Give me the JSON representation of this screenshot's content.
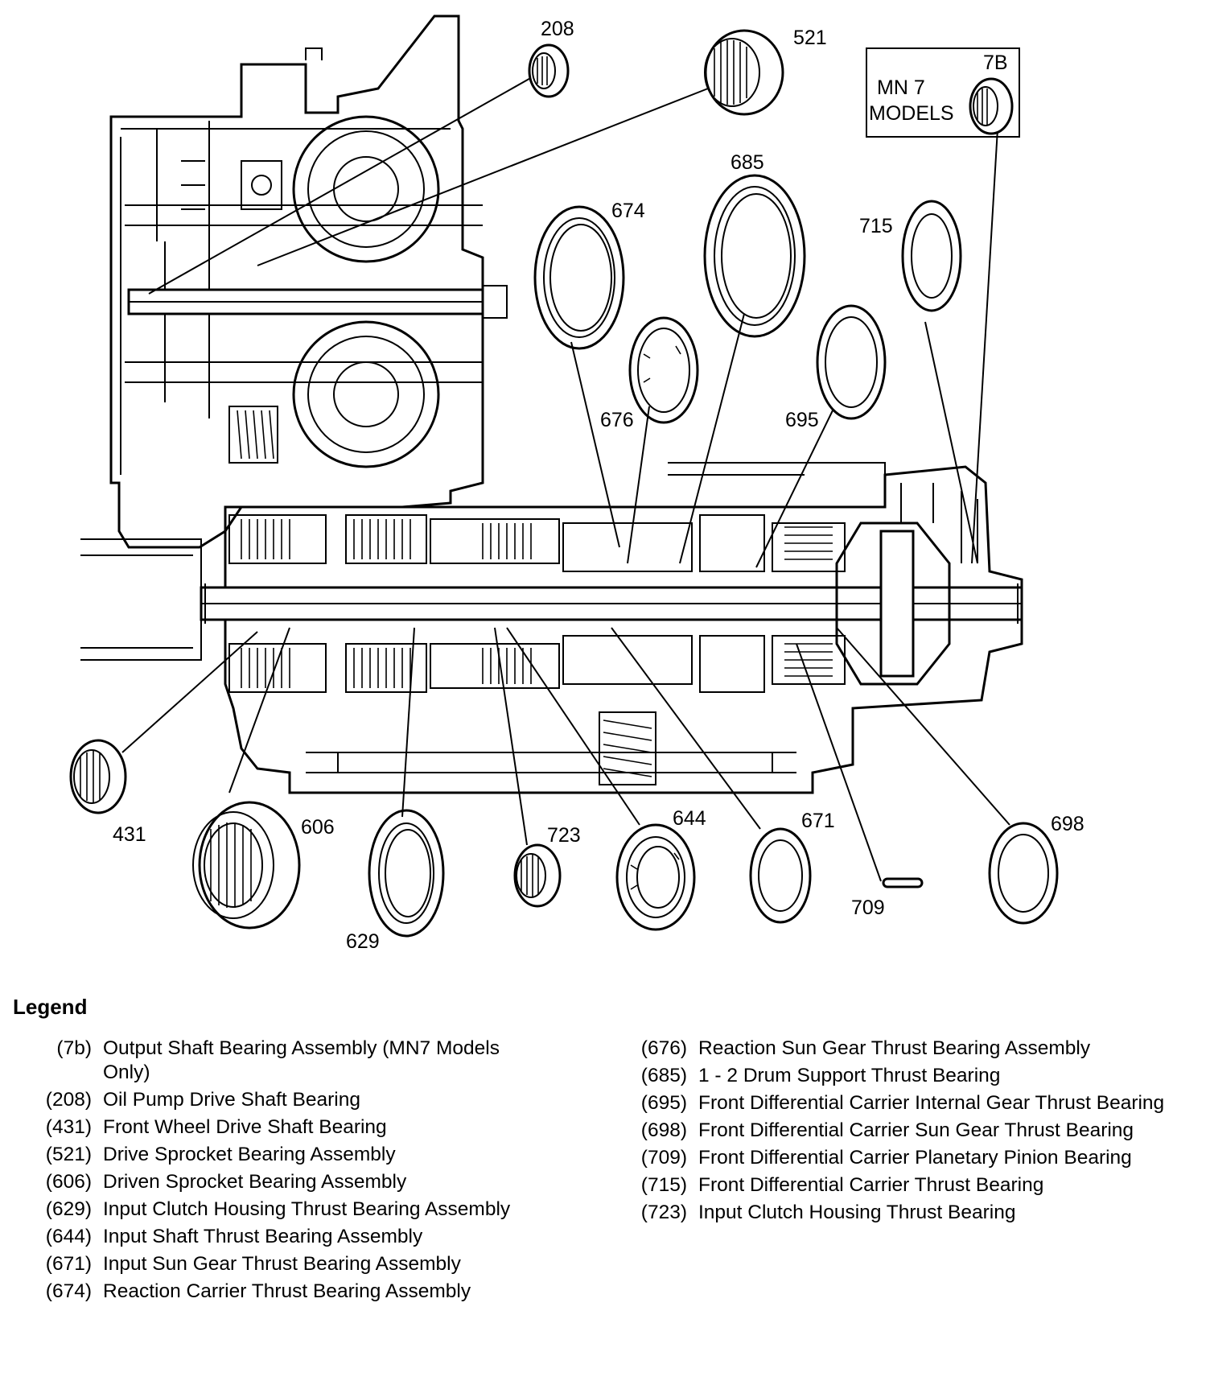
{
  "diagram": {
    "callouts": [
      "208",
      "521",
      "7B",
      "685",
      "674",
      "715",
      "676",
      "695",
      "431",
      "606",
      "629",
      "723",
      "644",
      "671",
      "698",
      "709"
    ],
    "mn7_box": {
      "line1": "MN 7",
      "line2": "MODELS",
      "label": "7B"
    }
  },
  "legend": {
    "title": "Legend",
    "left": [
      {
        "code": "(7b)",
        "desc": "Output Shaft Bearing Assembly (MN7 Models Only)"
      },
      {
        "code": "(208)",
        "desc": "Oil Pump Drive Shaft Bearing"
      },
      {
        "code": "(431)",
        "desc": "Front Wheel Drive Shaft Bearing"
      },
      {
        "code": "(521)",
        "desc": "Drive Sprocket Bearing Assembly"
      },
      {
        "code": "(606)",
        "desc": "Driven Sprocket Bearing Assembly"
      },
      {
        "code": "(629)",
        "desc": "Input Clutch Housing Thrust Bearing Assembly"
      },
      {
        "code": "(644)",
        "desc": "Input Shaft Thrust Bearing Assembly"
      },
      {
        "code": "(671)",
        "desc": "Input Sun Gear Thrust Bearing Assembly"
      },
      {
        "code": "(674)",
        "desc": "Reaction Carrier Thrust Bearing Assembly"
      }
    ],
    "right": [
      {
        "code": "(676)",
        "desc": "Reaction Sun Gear Thrust Bearing Assembly"
      },
      {
        "code": "(685)",
        "desc": "1 - 2 Drum Support Thrust Bearing"
      },
      {
        "code": "(695)",
        "desc": "Front Differential Carrier Internal Gear Thrust Bearing"
      },
      {
        "code": "(698)",
        "desc": "Front Differential Carrier Sun Gear Thrust Bearing"
      },
      {
        "code": "(709)",
        "desc": "Front Differential Carrier Planetary Pinion Bearing"
      },
      {
        "code": "(715)",
        "desc": "Front Differential Carrier Thrust Bearing"
      },
      {
        "code": "(723)",
        "desc": "Input Clutch Housing Thrust Bearing"
      }
    ]
  }
}
